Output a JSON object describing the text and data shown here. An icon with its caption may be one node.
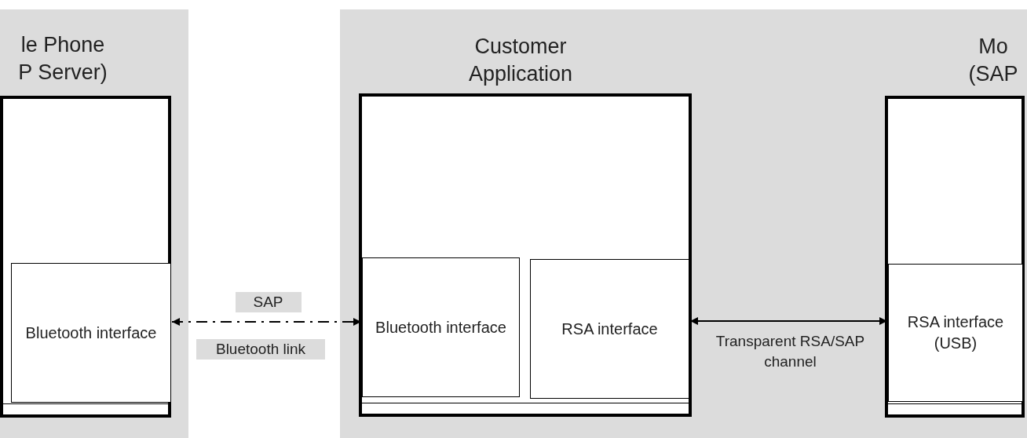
{
  "diagram": {
    "nodes": [
      {
        "text": [
          "le Phone P Server)"
        ]
      },
      {
        "text": [],
        "shape": "box",
        "in": 0
      },
      {
        "text": [
          "Bluetooth interface"
        ],
        "in": 1
      },
      {
        "text": [
          "Customer Application"
        ]
      },
      {
        "text": [],
        "shape": "box",
        "in": 3
      },
      {
        "text": [
          "Bluetooth interface"
        ],
        "in": 4
      },
      {
        "text": [
          "RSA interface"
        ],
        "in": 4
      },
      {
        "text": [
          "Mo (SAP"
        ]
      },
      {
        "text": [],
        "shape": "box",
        "in": 7
      },
      {
        "text": [
          "RSA interface (USB)"
        ],
        "in": 8
      }
    ],
    "edges": [
      {
        "from": 2,
        "to": 5,
        "arrow": "both",
        "label": "SAP",
        "style": "dashed"
      },
      {
        "from": 6,
        "to": 9,
        "arrow": "both",
        "label": "Transparent RSA/SAP channel"
      }
    ],
    "labels": [
      "Bluetooth link"
    ]
  }
}
